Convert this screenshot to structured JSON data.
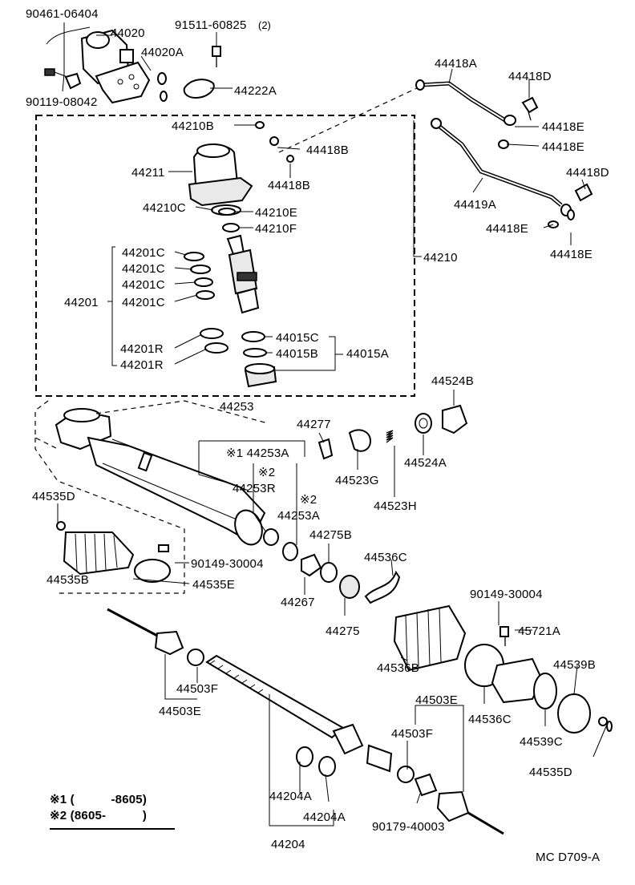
{
  "labels": {
    "p90461_06404": "90461-06404",
    "p44020": "44020",
    "p91511_60825": "91511-60825",
    "q2": "(2)",
    "p44020A": "44020A",
    "p90119_08042": "90119-08042",
    "p44222A": "44222A",
    "p44418A": "44418A",
    "p44418D_1": "44418D",
    "p44418E_1": "44418E",
    "p44418E_2": "44418E",
    "p44210B": "44210B",
    "p44418B_1": "44418B",
    "p44418B_2": "44418B",
    "p44211": "44211",
    "p44210C": "44210C",
    "p44210E": "44210E",
    "p44210F": "44210F",
    "p44419A": "44419A",
    "p44418D_2": "44418D",
    "p44418E_3": "44418E",
    "p44418E_4": "44418E",
    "p44201C_1": "44201C",
    "p44201C_2": "44201C",
    "p44201C_3": "44201C",
    "p44201C_4": "44201C",
    "p44201": "44201",
    "p44210": "44210",
    "p44201R_1": "44201R",
    "p44201R_2": "44201R",
    "p44015C": "44015C",
    "p44015B": "44015B",
    "p44015A": "44015A",
    "p44524B": "44524B",
    "p44253": "44253",
    "p44277": "44277",
    "p44253A_1": "※1 44253A",
    "p2_1": "※2",
    "p44253R": "44253R",
    "p2_2": "※2",
    "p44253A_2": "44253A",
    "p44523G": "44523G",
    "p44524A": "44524A",
    "p44523H": "44523H",
    "p44535D_1": "44535D",
    "p44275B": "44275B",
    "p90149_30004_1": "90149-30004",
    "p44536C_1": "44536C",
    "p44535B": "44535B",
    "p44535E": "44535E",
    "p44267": "44267",
    "p44275": "44275",
    "p90149_30004_2": "90149-30004",
    "p45721A": "45721A",
    "p44536B": "44536B",
    "p44539B": "44539B",
    "p44503F_1": "44503F",
    "p44503E_1": "44503E",
    "p44503E_2": "44503E",
    "p44536C_2": "44536C",
    "p44539C": "44539C",
    "p44503F_2": "44503F",
    "p44535D_2": "44535D",
    "p44204A_1": "44204A",
    "p44204A_2": "44204A",
    "p90179_40003": "90179-40003",
    "p44204": "44204",
    "legend1": "※1 (　　　-8605)",
    "legend2": "※2 (8605-　　　)",
    "footer": "MC  D709-A"
  }
}
